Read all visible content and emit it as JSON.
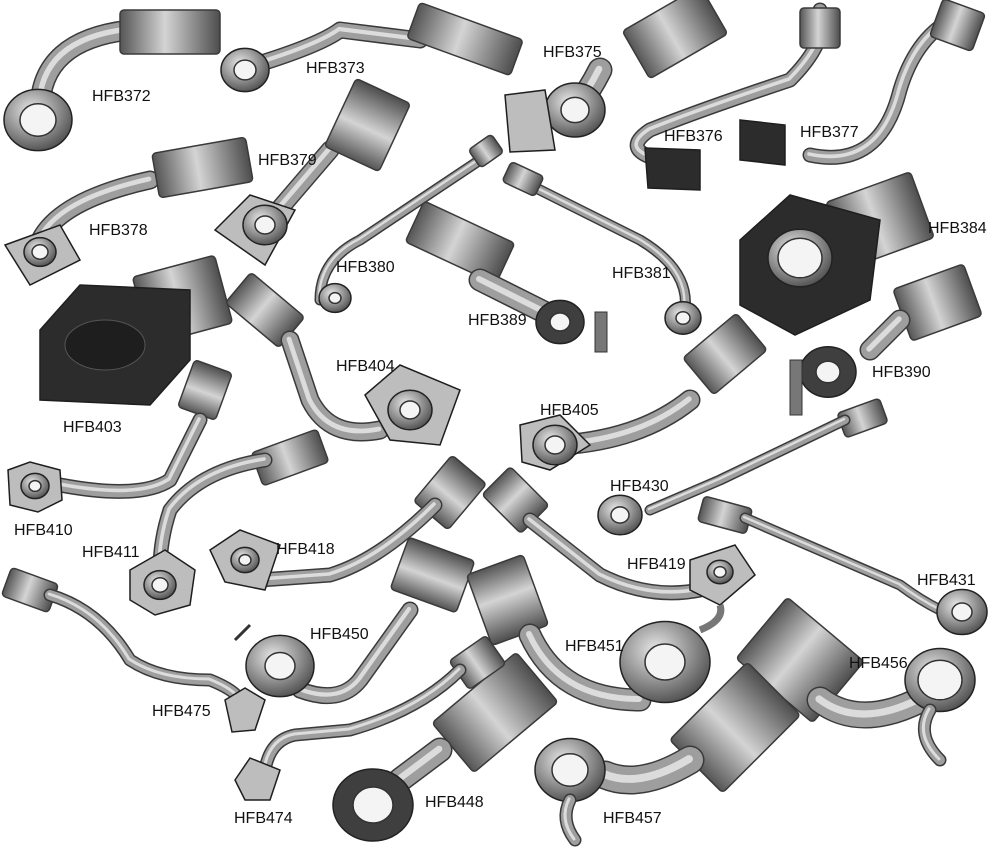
{
  "colors": {
    "part_dark": "#2e2e2e",
    "part_mid": "#8c8c8c",
    "part_light": "#cfcfcf",
    "label": "#111111",
    "background": "#ffffff"
  },
  "parts": [
    {
      "code": "HFB372",
      "icon": "banjo-fitting-icon"
    },
    {
      "code": "HFB373",
      "icon": "banjo-fitting-icon"
    },
    {
      "code": "HFB375",
      "icon": "banjo-block-icon"
    },
    {
      "code": "HFB376",
      "icon": "block-tube-icon"
    },
    {
      "code": "HFB377",
      "icon": "block-tube-icon"
    },
    {
      "code": "HFB378",
      "icon": "square-flange-icon"
    },
    {
      "code": "HFB379",
      "icon": "banjo-fitting-icon"
    },
    {
      "code": "HFB380",
      "icon": "tube-fitting-icon"
    },
    {
      "code": "HFB381",
      "icon": "tube-fitting-icon"
    },
    {
      "code": "HFB384",
      "icon": "large-block-icon"
    },
    {
      "code": "HFB389",
      "icon": "banjo-fitting-icon"
    },
    {
      "code": "HFB390",
      "icon": "banjo-fitting-icon"
    },
    {
      "code": "HFB403",
      "icon": "large-block-icon"
    },
    {
      "code": "HFB404",
      "icon": "square-flange-icon"
    },
    {
      "code": "HFB405",
      "icon": "banjo-fitting-icon"
    },
    {
      "code": "HFB410",
      "icon": "hex-banjo-icon"
    },
    {
      "code": "HFB411",
      "icon": "hex-banjo-icon"
    },
    {
      "code": "HFB418",
      "icon": "square-flange-icon"
    },
    {
      "code": "HFB419",
      "icon": "square-flange-icon"
    },
    {
      "code": "HFB430",
      "icon": "tube-fitting-icon"
    },
    {
      "code": "HFB431",
      "icon": "tube-fitting-icon"
    },
    {
      "code": "HFB448",
      "icon": "banjo-fitting-icon"
    },
    {
      "code": "HFB450",
      "icon": "banjo-fitting-icon"
    },
    {
      "code": "HFB451",
      "icon": "banjo-fitting-icon"
    },
    {
      "code": "HFB456",
      "icon": "banjo-fitting-icon"
    },
    {
      "code": "HFB457",
      "icon": "banjo-fitting-icon"
    },
    {
      "code": "HFB474",
      "icon": "square-flange-icon"
    },
    {
      "code": "HFB475",
      "icon": "square-flange-icon"
    }
  ]
}
